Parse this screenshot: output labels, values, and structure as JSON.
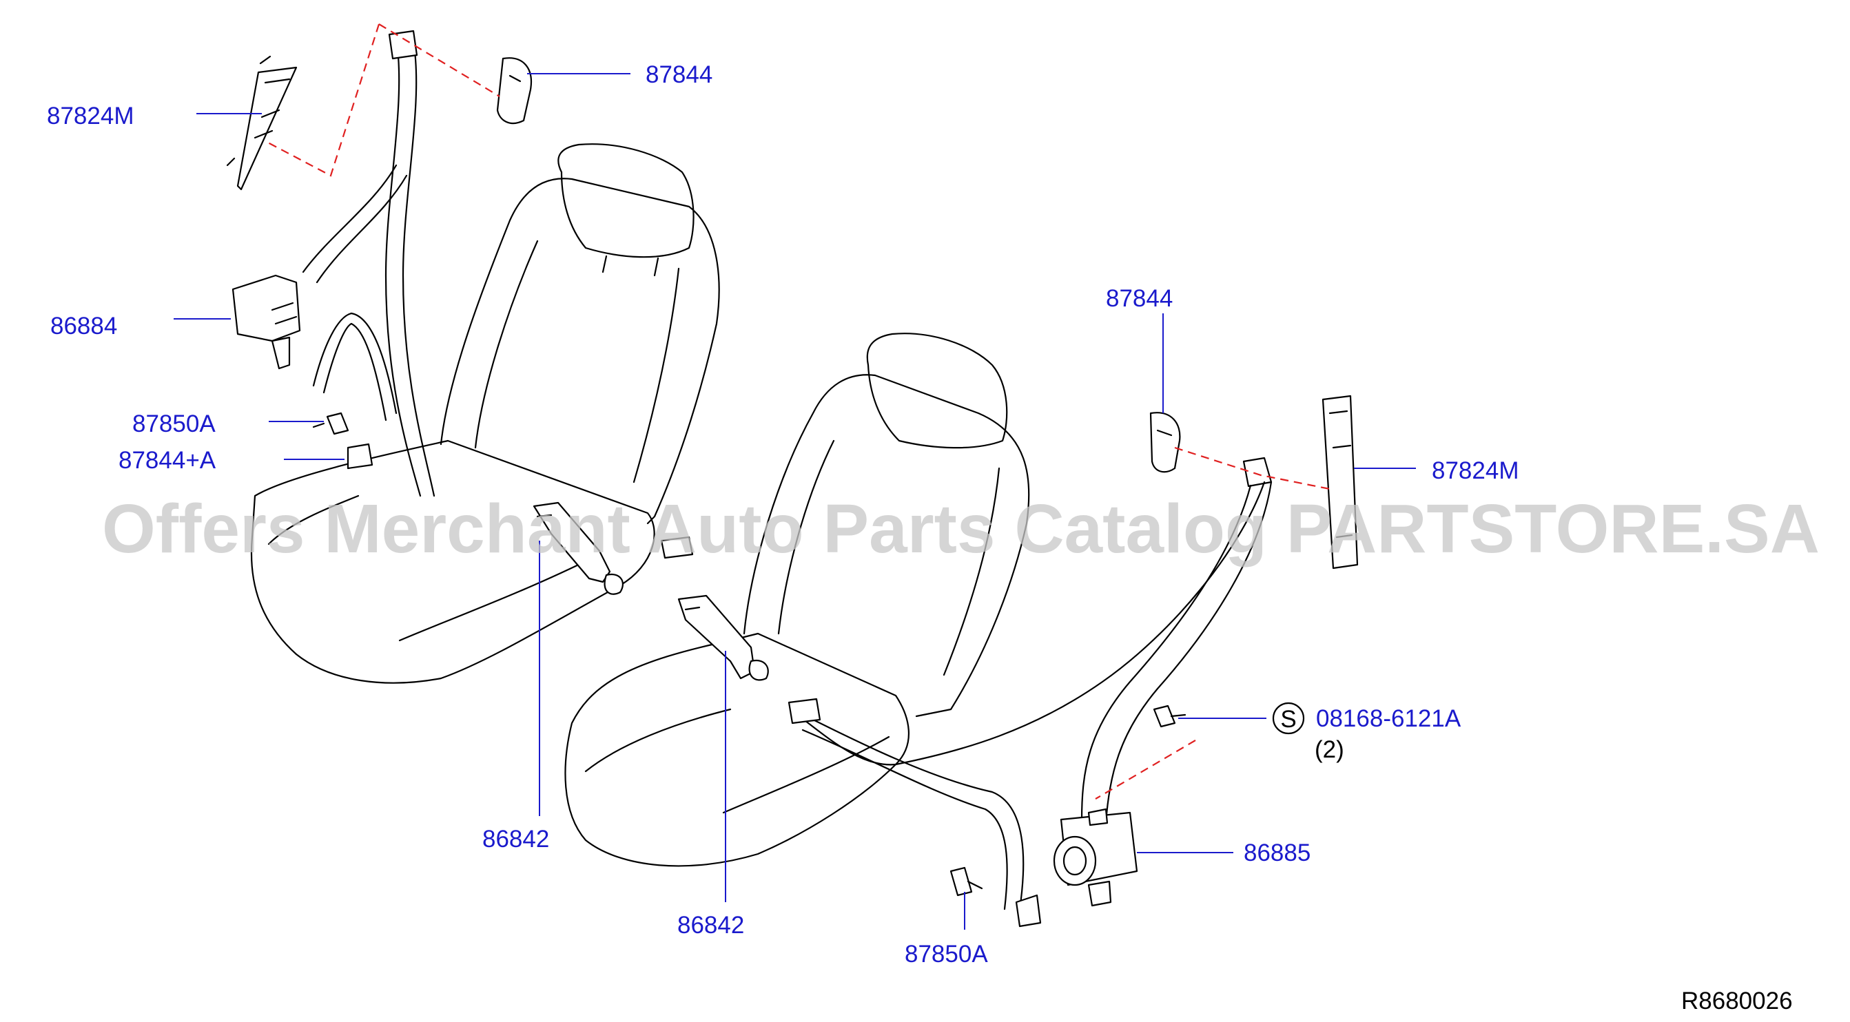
{
  "watermark": "Offers Merchant Auto Parts Catalog PARTSTORE.SA",
  "diagram_ref": "R8680026",
  "parts": [
    {
      "id": "upper-anchor-left",
      "label": "87824M"
    },
    {
      "id": "cover-left",
      "label": "87844"
    },
    {
      "id": "retractor-left",
      "label": "86884"
    },
    {
      "id": "bolt-left",
      "label": "87850A"
    },
    {
      "id": "cover-a-left",
      "label": "87844+A"
    },
    {
      "id": "buckle-left",
      "label": "86842"
    },
    {
      "id": "cover-right",
      "label": "87844"
    },
    {
      "id": "upper-anchor-right",
      "label": "87824M"
    },
    {
      "id": "screw-right",
      "label": "08168-6121A"
    },
    {
      "id": "retractor-right",
      "label": "86885"
    },
    {
      "id": "buckle-right",
      "label": "86842"
    },
    {
      "id": "bolt-right",
      "label": "87850A"
    }
  ],
  "screw_symbol": "S",
  "screw_qty": "(2)"
}
